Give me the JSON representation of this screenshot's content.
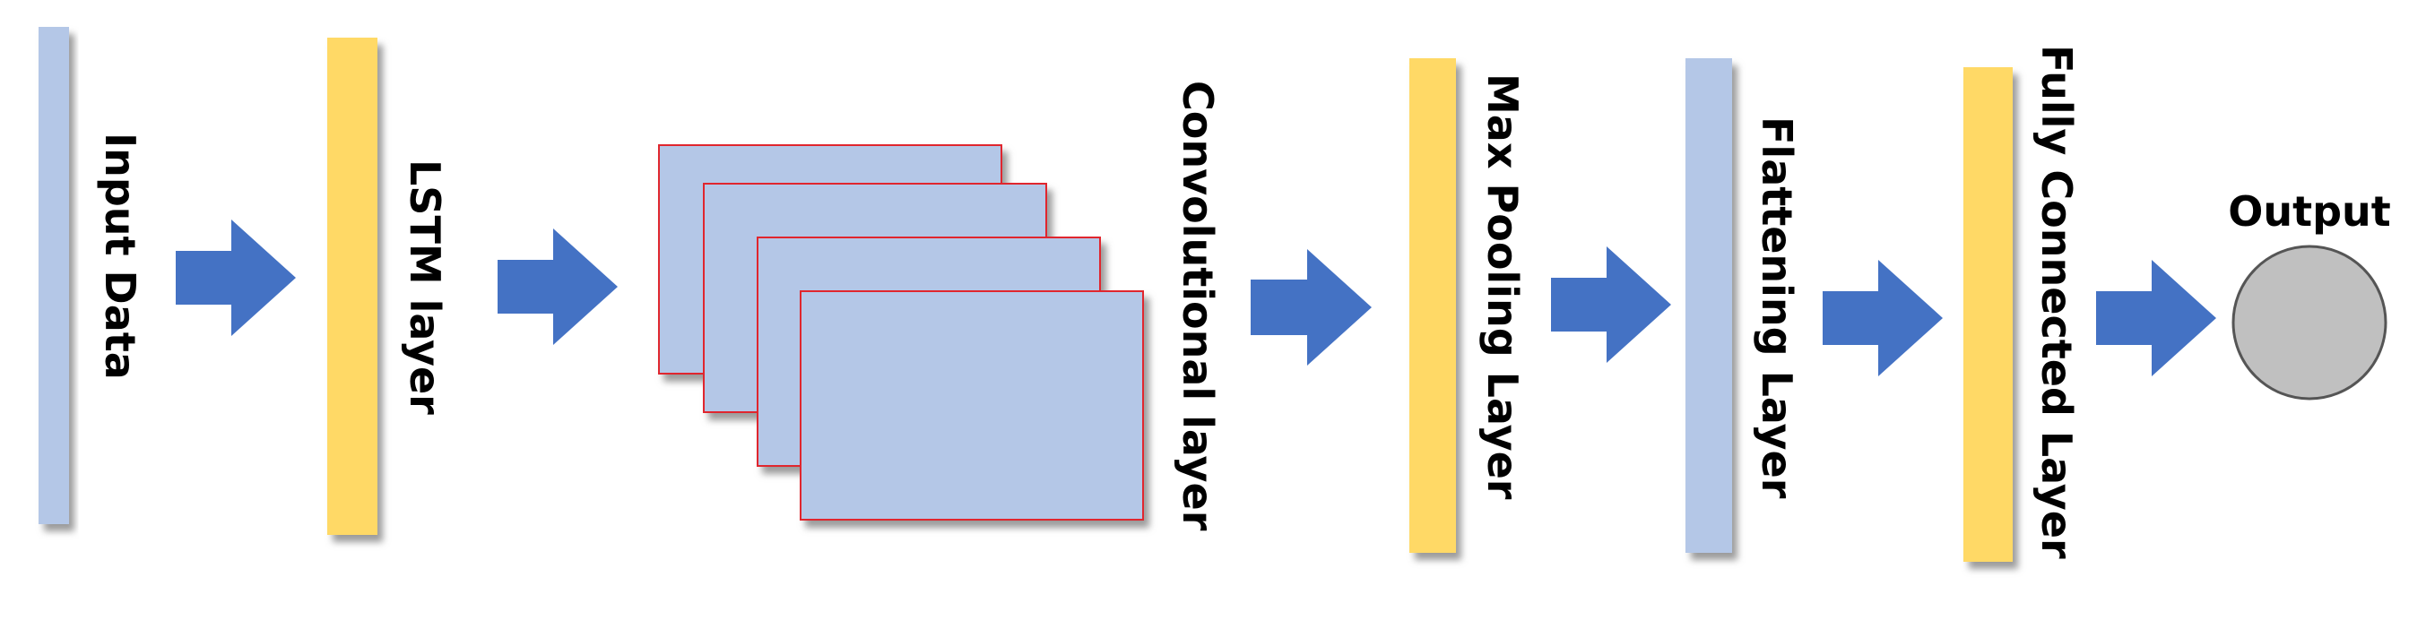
{
  "layers": [
    {
      "id": "input",
      "label": "Input Data",
      "kind": "bar",
      "color": "blue"
    },
    {
      "id": "lstm",
      "label": "LSTM layer",
      "kind": "bar",
      "color": "yellow"
    },
    {
      "id": "conv",
      "label": "Convolutional layer",
      "kind": "stack",
      "color": "blue"
    },
    {
      "id": "maxpool",
      "label": "Max Pooling Layer",
      "kind": "bar",
      "color": "yellow"
    },
    {
      "id": "flatten",
      "label": "Flattening Layer",
      "kind": "bar",
      "color": "blue"
    },
    {
      "id": "fc",
      "label": "Fully Connected Layer",
      "kind": "bar",
      "color": "yellow"
    },
    {
      "id": "output",
      "label": "Output",
      "kind": "circle",
      "color": "gray"
    }
  ],
  "colors": {
    "blue": "#B4C7E7",
    "yellow": "#FFD966",
    "arrow": "#4472C4",
    "conv_border": "#E0282D",
    "output_fill": "#C0C0C0",
    "output_stroke": "#555555",
    "shadow": "#888888"
  }
}
